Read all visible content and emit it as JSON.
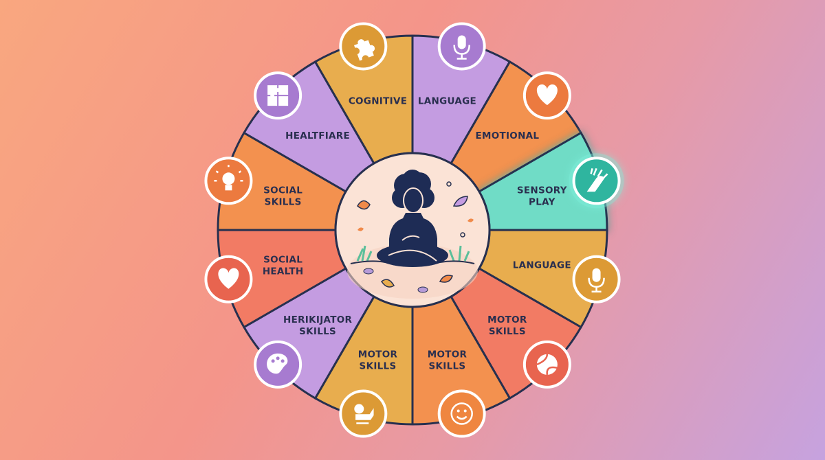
{
  "outline_color": "#27304f",
  "center_fill": "#fbe3d6",
  "segments": [
    {
      "lines": [
        "LANGUAGE"
      ],
      "color": "#c49ce1",
      "icon": "microphone-icon",
      "icon_color": "#a77bd0"
    },
    {
      "lines": [
        "EMOTIONAL"
      ],
      "color": "#f3924f",
      "icon": "heart-icon",
      "icon_color": "#ec7a3f"
    },
    {
      "lines": [
        "SENSORY",
        "PLAY"
      ],
      "color": "#6fdcc6",
      "icon": "hand-brush-icon",
      "icon_color": "#2fb59f",
      "highlighted": true
    },
    {
      "lines": [
        "LANGUAGE"
      ],
      "color": "#e8ad4e",
      "icon": "microphone-icon",
      "icon_color": "#dc9a35"
    },
    {
      "lines": [
        "MOTOR",
        "SKILLS"
      ],
      "color": "#f27b64",
      "icon": "ball-icon",
      "icon_color": "#e8644f"
    },
    {
      "lines": [
        "MOTOR",
        "SKILLS"
      ],
      "color": "#f3914f",
      "icon": "smile-icon",
      "icon_color": "#ef8640"
    },
    {
      "lines": [
        "MOTOR",
        "SKILLS"
      ],
      "color": "#e8ad4e",
      "icon": "baby-icon",
      "icon_color": "#dc9a35"
    },
    {
      "lines": [
        "HERIKIJATOR",
        "SKILLS"
      ],
      "color": "#c49ce1",
      "icon": "palette-icon",
      "icon_color": "#a77bd0"
    },
    {
      "lines": [
        "SOCIAL",
        "HEALTH"
      ],
      "color": "#f27b64",
      "icon": "heart-icon",
      "icon_color": "#e8644f"
    },
    {
      "lines": [
        "SOCIAL",
        "SKILLS"
      ],
      "color": "#f3914f",
      "icon": "lightbulb-icon",
      "icon_color": "#ec7a3f"
    },
    {
      "lines": [
        "HEALTFIARE"
      ],
      "color": "#c49ce1",
      "icon": "puzzle-grid-icon",
      "icon_color": "#a77bd0"
    },
    {
      "lines": [
        "COGNITIVE"
      ],
      "color": "#e8ad4e",
      "icon": "puzzle-piece-icon",
      "icon_color": "#dc9a35"
    }
  ]
}
